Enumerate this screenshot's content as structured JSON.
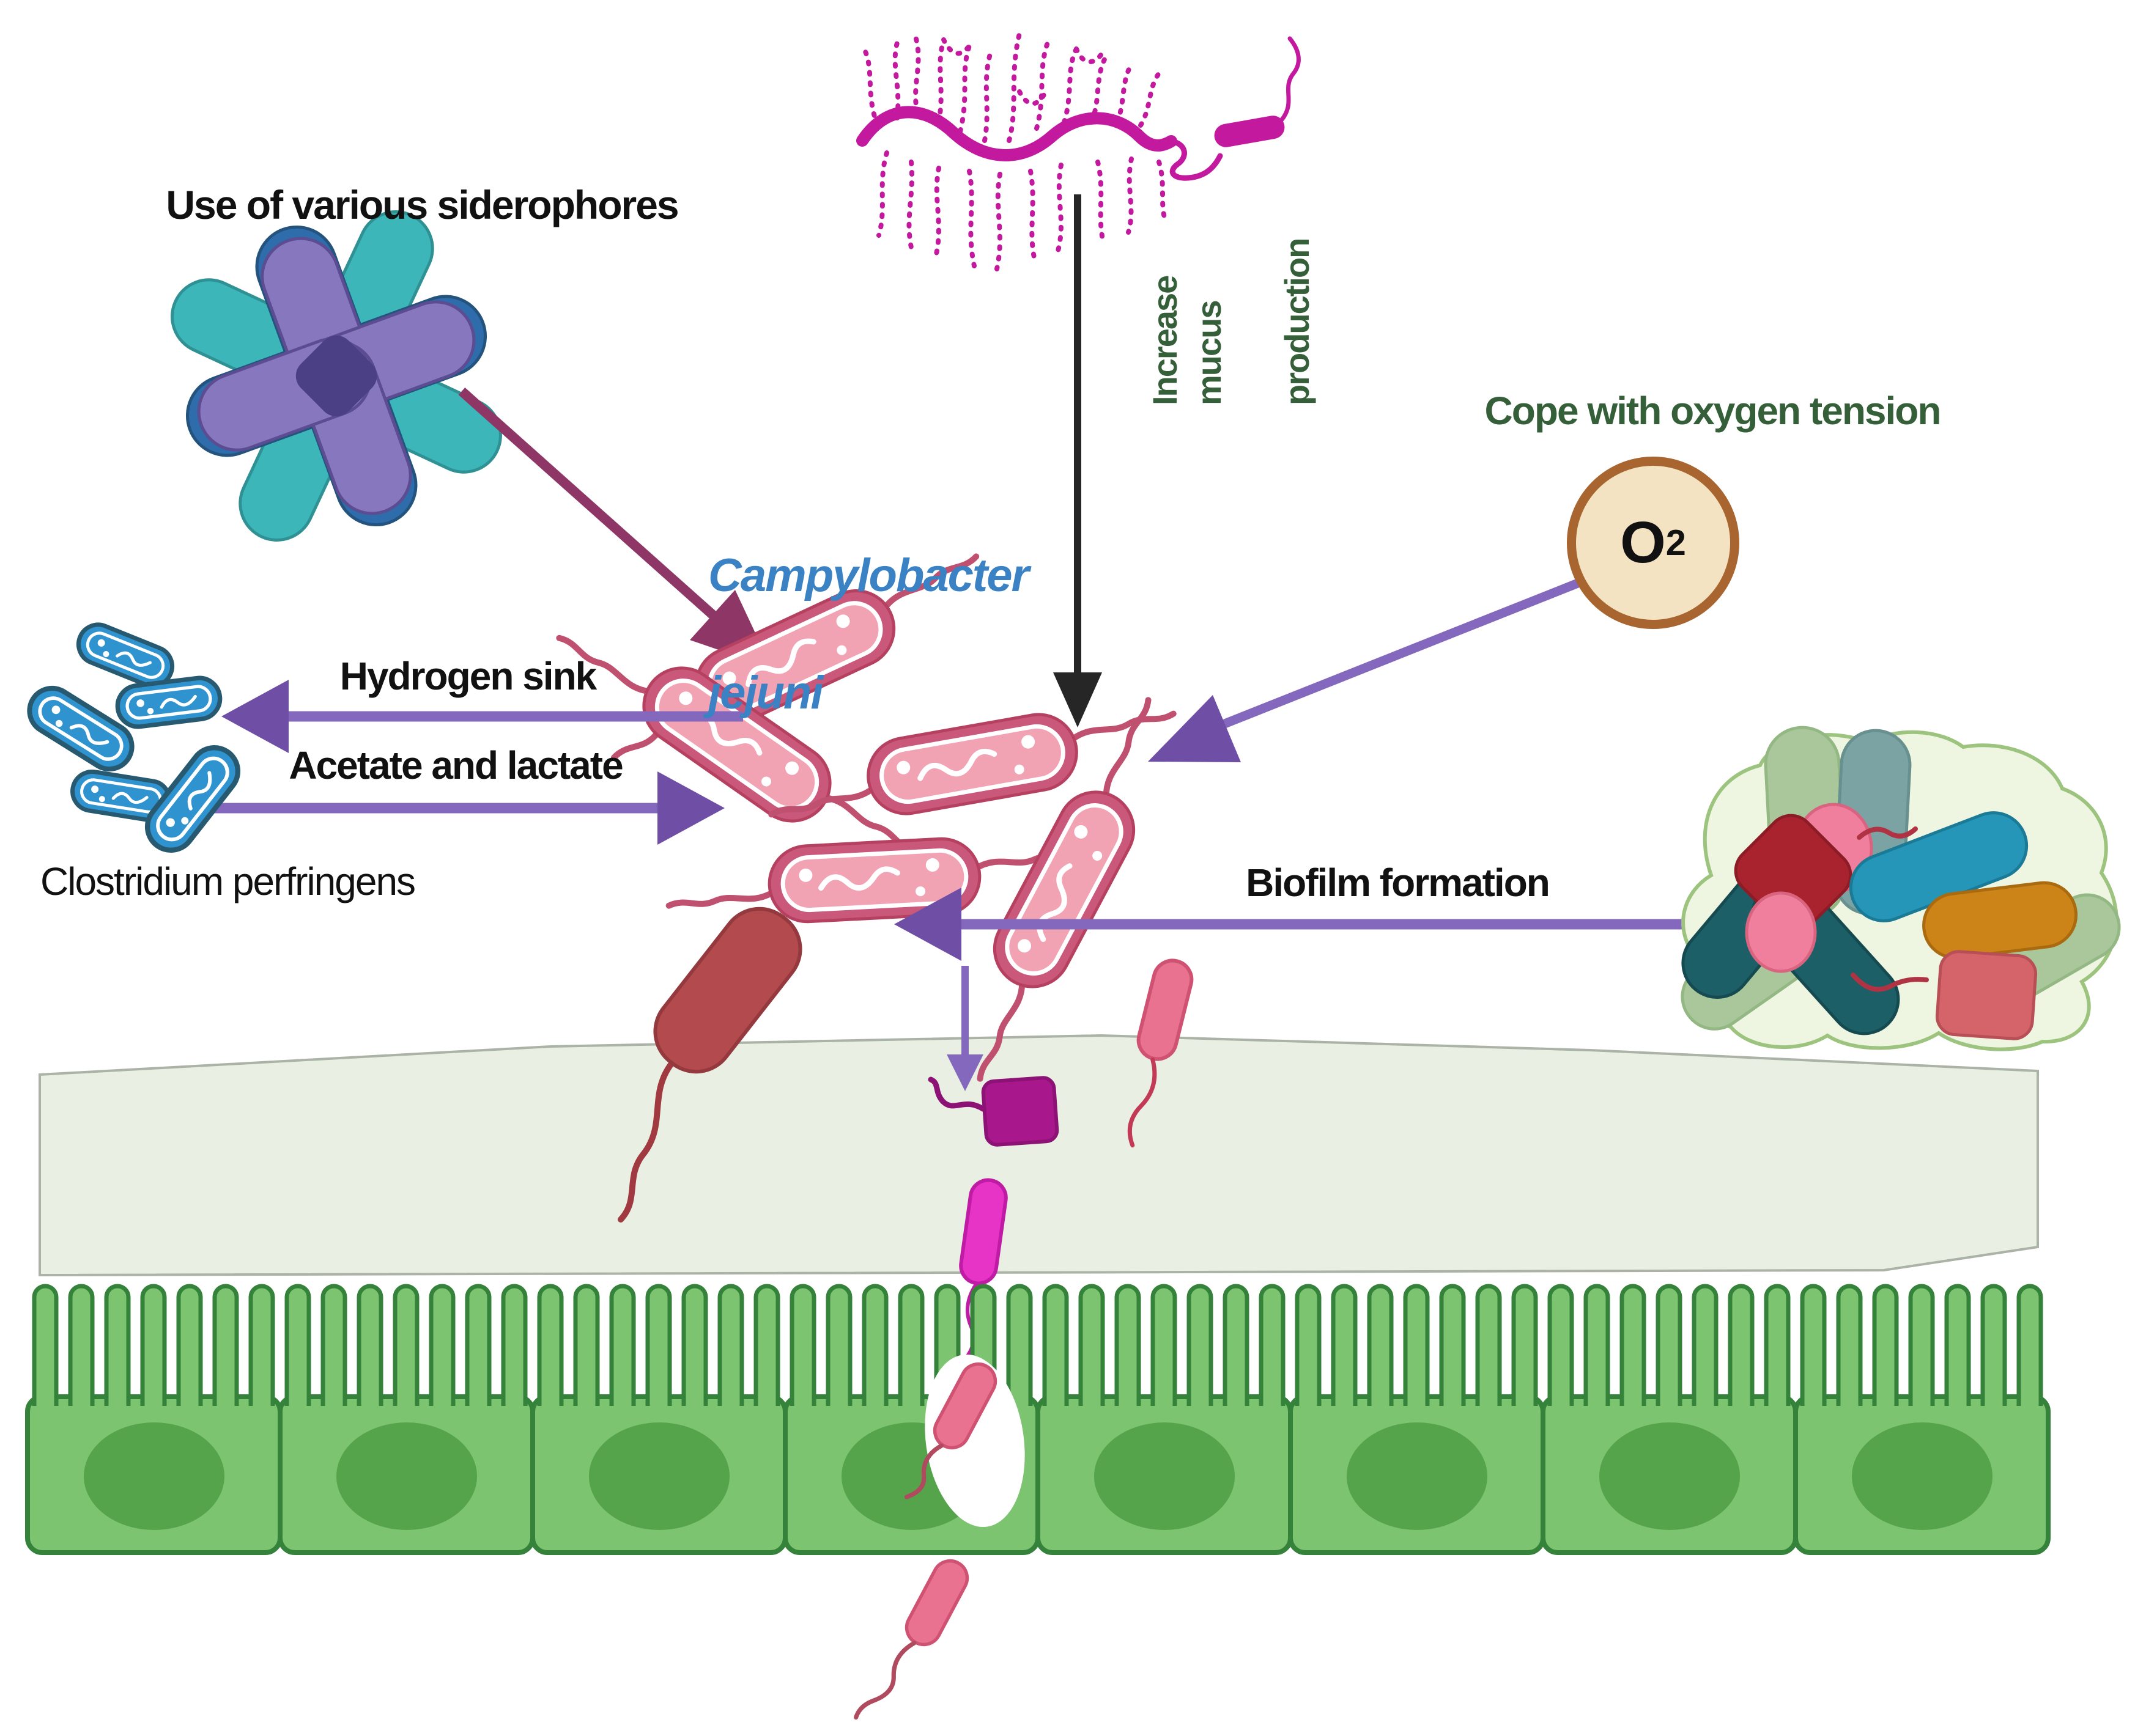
{
  "labels": {
    "siderophores": "Use of various siderophores",
    "campylobacter_line1": "Campylobacter",
    "campylobacter_line2": "jejuni",
    "increase_mucus_line1": "Increase mucus",
    "increase_mucus_line2": "production",
    "cope_oxygen": "Cope with oxygen tension",
    "hydrogen_sink": "Hydrogen sink",
    "acetate_lactate": "Acetate and lactate",
    "clostridium": "Clostridium perfringens",
    "biofilm": "Biofilm formation"
  },
  "o2": {
    "symbol": "O",
    "subscript": "2"
  },
  "colors": {
    "label_black": "#111111",
    "label_green": "#355f38",
    "label_blue": "#3b82c4",
    "arrow_purple": "#8468bd",
    "arrow_purple_head": "#6f4fa5",
    "arrow_maroon": "#8e3766",
    "arrow_black": "#262626",
    "campylobacter_body": "#f2a3b3",
    "campylobacter_border": "#c9587a",
    "clostridium_body": "#2f93d0",
    "clostridium_border": "#275a70",
    "mucin_magenta": "#c2199e",
    "mucus_layer": "#e9efe2",
    "epithelium_cell": "#7cc470",
    "epithelium_border": "#35823b",
    "nucleus_green": "#55a44c",
    "o2_fill": "#f3e3c3",
    "o2_border": "#a8652f",
    "biofilm_blob": "#eef5e1",
    "dark_red_rod": "#b34a4e",
    "magenta_cube": "#a8188c"
  },
  "icons": {
    "siderophore_cluster": "siderophore-cluster-icon",
    "mucin": "mucin-molecule-icon",
    "o2": "oxygen-molecule-icon",
    "biofilm": "biofilm-cluster-icon",
    "campylobacter": "campylobacter-bacterium-icon",
    "clostridium": "clostridium-bacterium-icon",
    "epithelium": "intestinal-epithelium-icon"
  }
}
